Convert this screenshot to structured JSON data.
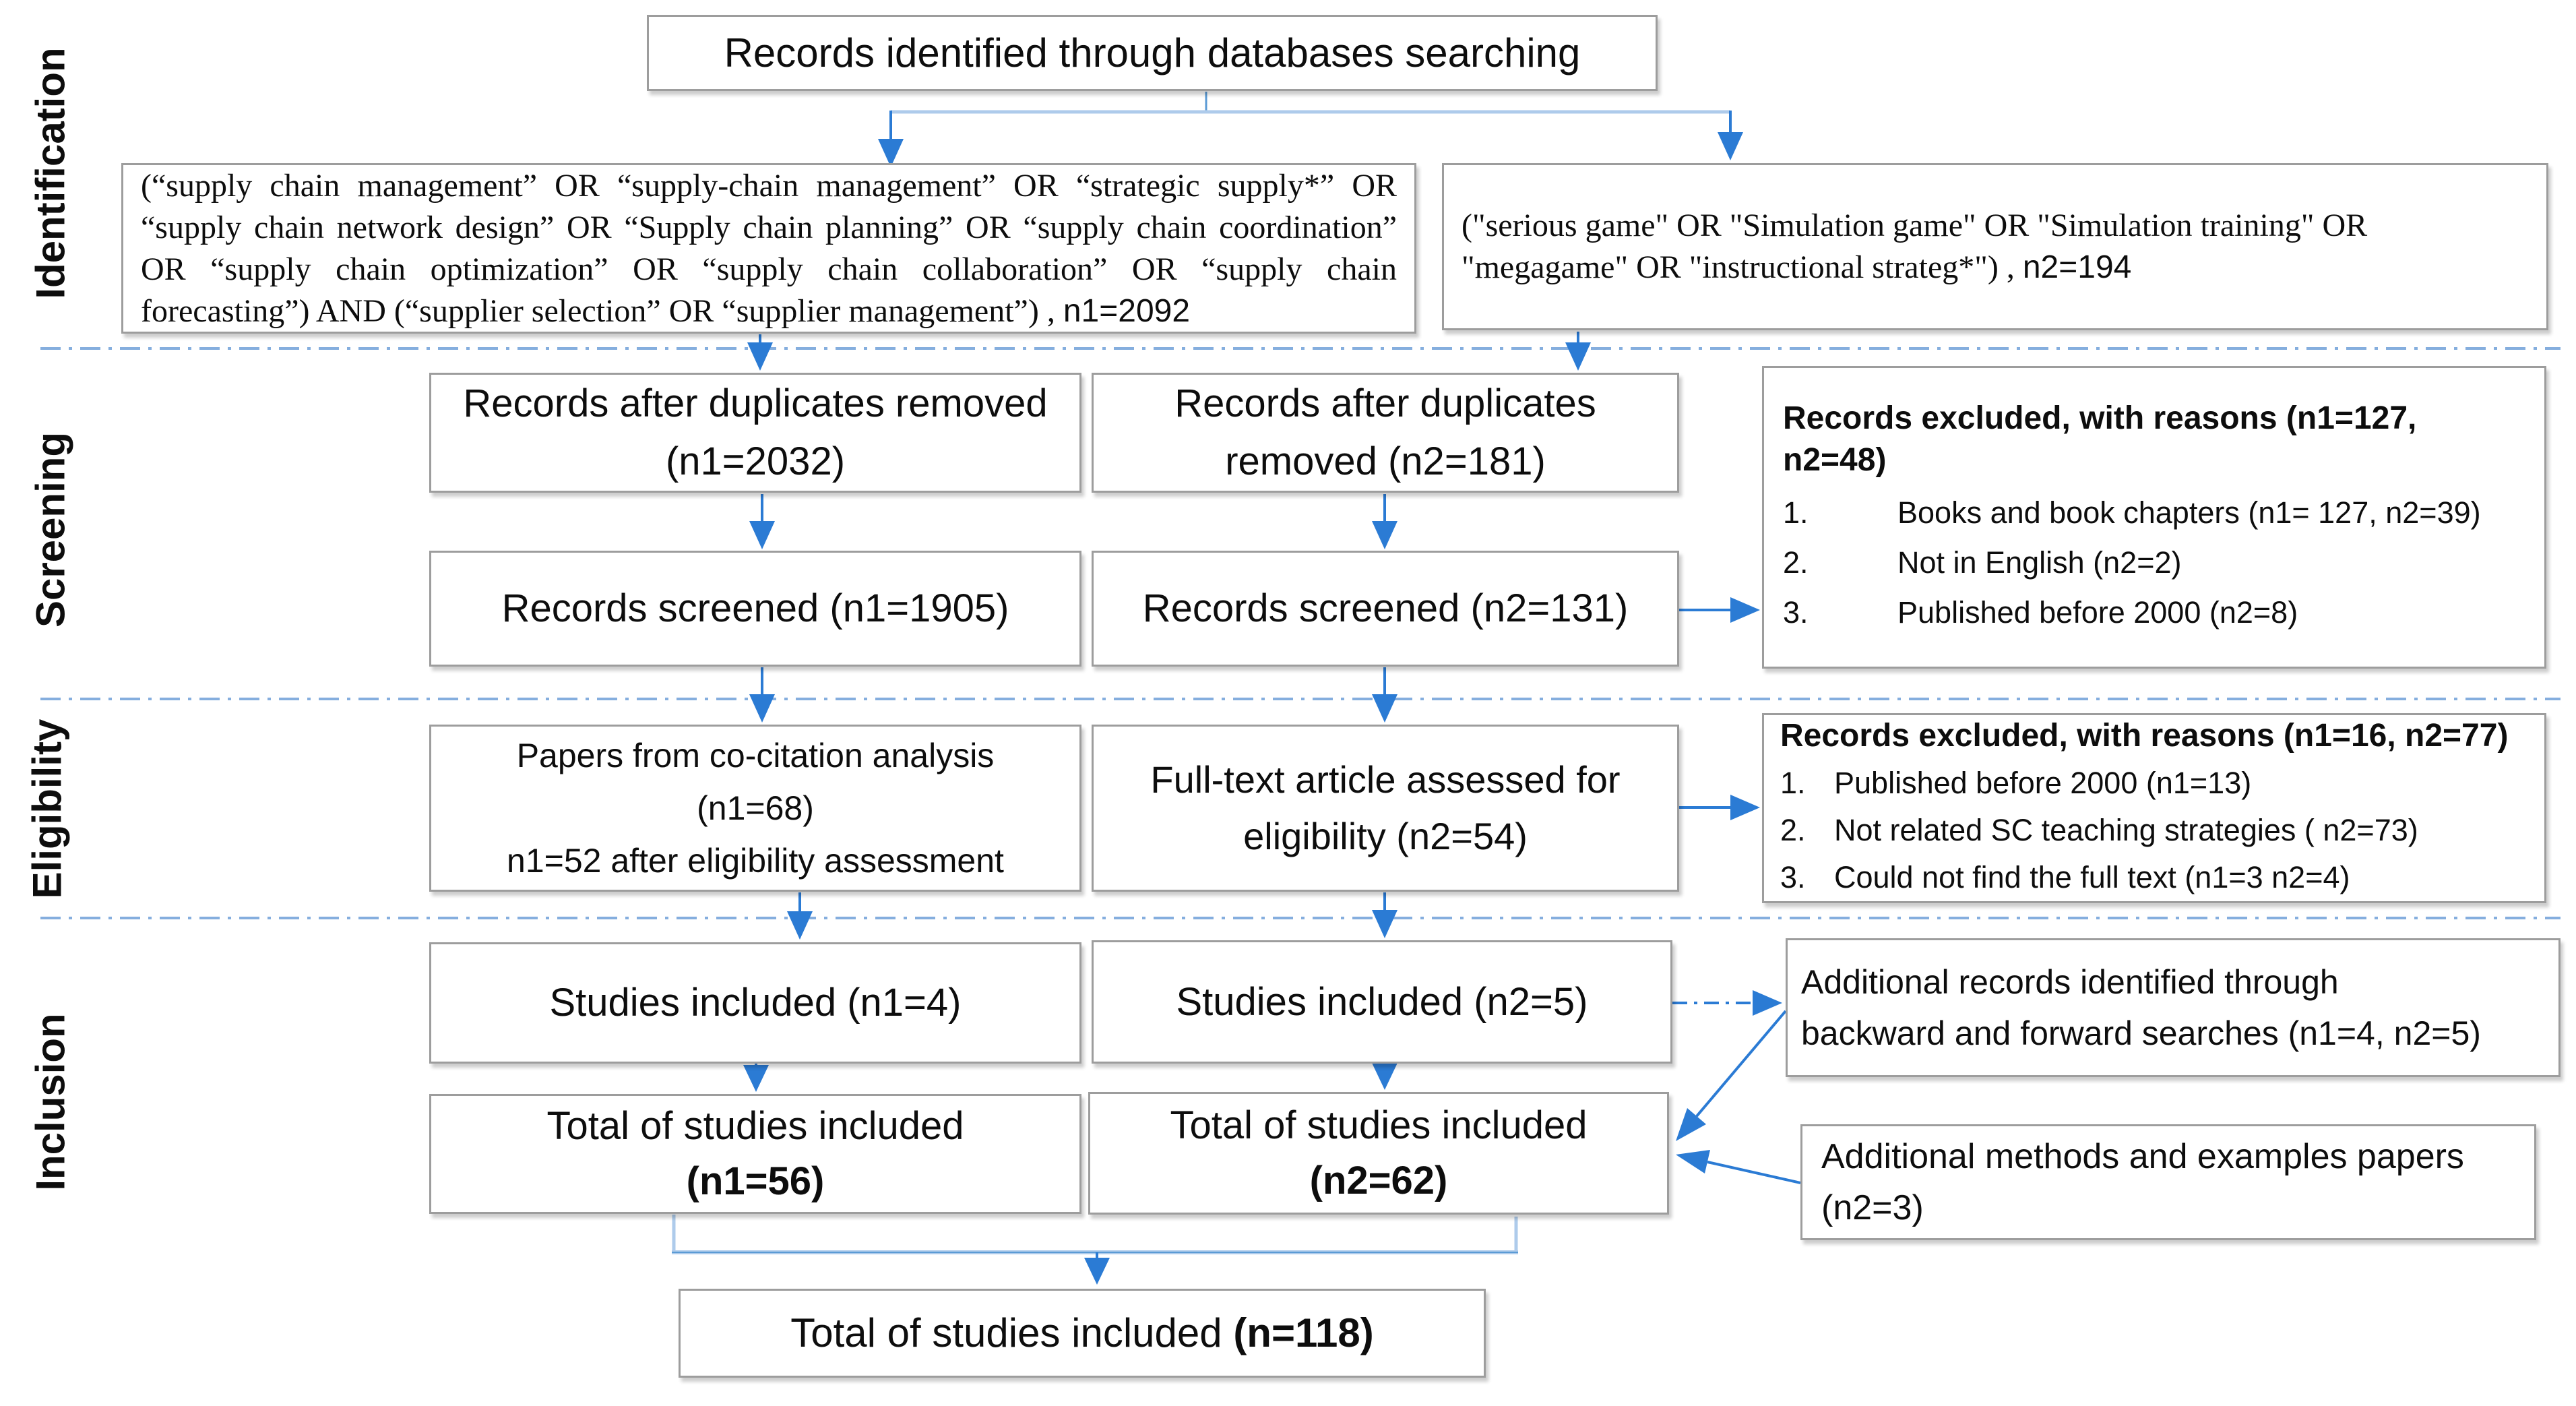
{
  "colors": {
    "arrow": "#2b7bd4",
    "arrow-light": "#aecbeb",
    "arrow-mid": "#5b9bd5",
    "separator": "#85aede",
    "border": "#9d9d9d",
    "text": "#0d0d0d"
  },
  "sections": {
    "identification": "Identification",
    "screening": "Screening",
    "eligibility": "Eligibility",
    "inclusion": "Inclusion"
  },
  "top_box": "Records identified  through databases searching",
  "search_left": {
    "query": "(“supply chain management” OR “supply-chain management” OR “strategic supply*” OR “supply chain network design” OR “Supply chain planning” OR “supply chain coordination” OR “supply chain optimization” OR “supply chain collaboration” OR “supply chain forecasting”) AND (“supplier selection” OR “supplier management”) , ",
    "count": "n1=2092"
  },
  "search_right": {
    "query": "(\"serious game\" OR \"Simulation game\" OR \"Simulation training\" OR \"megagame\" OR \"instructional strateg*\") , ",
    "count": "n2=194"
  },
  "dup_left": "Records after duplicates removed (n1=2032)",
  "dup_right": "Records after duplicates removed (n2=181)",
  "screened_left": "Records screened (n1=1905)",
  "screened_right": "Records screened (n2=131)",
  "excluded_screening": {
    "title": "Records excluded, with reasons (n1=127, n2=48)",
    "items": [
      "Books and book chapters (n1= 127, n2=39)",
      "Not in English (n2=2)",
      "Published before 2000 (n2=8)"
    ]
  },
  "cocitation": {
    "line1": "Papers from co-citation analysis",
    "line2": "(n1=68)",
    "line3": "n1=52 after eligibility assessment"
  },
  "fulltext": {
    "line1": "Full-text article assessed for",
    "line2": "eligibility (n2=54)"
  },
  "excluded_eligibility": {
    "title": "Records excluded, with reasons (n1=16, n2=77)",
    "items": [
      "Published before 2000 (n1=13)",
      "Not related  SC teaching strategies  ( n2=73)",
      "Could not find  the full text (n1=3  n2=4)"
    ]
  },
  "included_left": "Studies included (n1=4)",
  "included_right": "Studies included (n2=5)",
  "additional_records": {
    "line1": "Additional records identified through",
    "line2": "backward  and forward searches (n1=4, n2=5)"
  },
  "total_left": {
    "line1": "Total of studies included",
    "line2": "(n1=56)"
  },
  "total_right": {
    "line1": "Total of studies included",
    "line2": "(n2=62)"
  },
  "additional_methods": {
    "line1": "Additional methods and examples papers",
    "line2": "(n2=3)"
  },
  "final_total": {
    "prefix": "Total of studies included ",
    "bold": "(n=118)"
  }
}
